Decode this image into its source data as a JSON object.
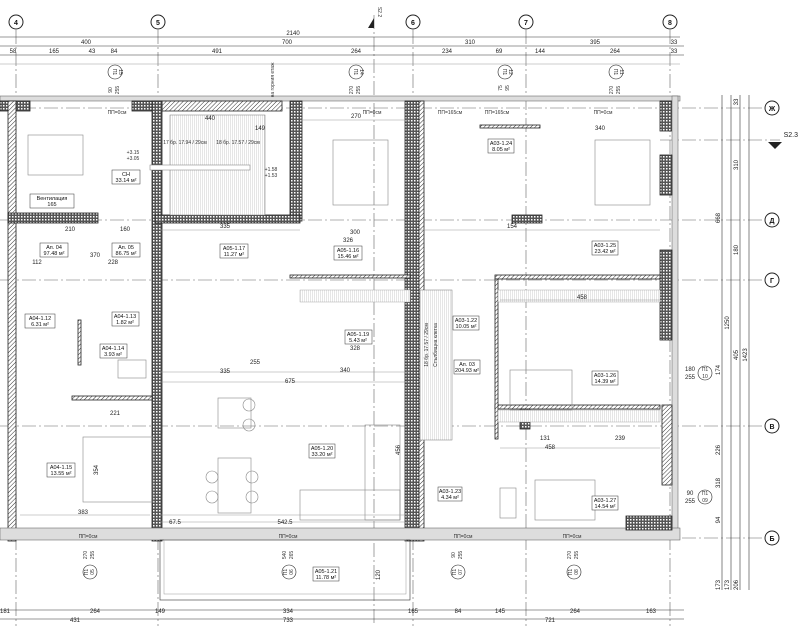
{
  "axes": {
    "top": [
      "4",
      "5",
      "6",
      "7",
      "8"
    ],
    "right": [
      "Ж",
      "Д",
      "Г",
      "В",
      "Б"
    ],
    "sections": [
      "S2.2",
      "S2.3"
    ]
  },
  "dims_top": {
    "overall": "2140",
    "row2": [
      "400",
      "700",
      "310",
      "395",
      "33"
    ],
    "row3": [
      "58",
      "165",
      "43",
      "84",
      "491",
      "264",
      "234",
      "69",
      "144",
      "264",
      "33"
    ]
  },
  "dims_bottom": {
    "row1": [
      "181",
      "264",
      "149",
      "334",
      "165",
      "84",
      "145",
      "264",
      "163"
    ],
    "row2": [
      "431",
      "733",
      "721"
    ]
  },
  "dims_right": [
    "33",
    "310",
    "668",
    "180",
    "1250",
    "405",
    "1423",
    "174",
    "226",
    "318",
    "94",
    "173",
    "173",
    "206"
  ],
  "rooms": [
    {
      "id": "A04-1.12",
      "area": "6.31 м²"
    },
    {
      "id": "A04-1.13",
      "area": "1.82 м²"
    },
    {
      "id": "A04-1.14",
      "area": "3.93 м²"
    },
    {
      "id": "A04-1.15",
      "area": "13.55 м²"
    },
    {
      "id": "A05-1.16",
      "area": "15.46 м²"
    },
    {
      "id": "A05-1.17",
      "area": "11.27 м²"
    },
    {
      "id": "A05-1.19",
      "area": "5.43 м²"
    },
    {
      "id": "A05-1.20",
      "area": "33.20 м²"
    },
    {
      "id": "A05-1.21",
      "area": "11.78 м²"
    },
    {
      "id": "A03-1.22",
      "area": "10.05 м²"
    },
    {
      "id": "A03-1.23",
      "area": "4.34 м²"
    },
    {
      "id": "A03-1.24",
      "area": "8.05 м²"
    },
    {
      "id": "A03-1.25",
      "area": "23.42 м²"
    },
    {
      "id": "A03-1.26",
      "area": "14.39 м²"
    },
    {
      "id": "A03-1.27",
      "area": "14.54 м²"
    }
  ],
  "apartments": [
    {
      "id": "Ап. 04",
      "area": "97.48 м²"
    },
    {
      "id": "Ап. 05",
      "area": "86.75 м²"
    },
    {
      "id": "Ап. 03",
      "area": "204.93 м²"
    }
  ],
  "service": {
    "sn": {
      "id": "СН",
      "area": "33.14 м²"
    },
    "vent": {
      "label": "Вентилация",
      "width": "165"
    }
  },
  "windows": [
    {
      "type": "П1",
      "num": "15",
      "w": "90",
      "h": "255"
    },
    {
      "type": "П1",
      "num": "14",
      "w": "270",
      "h": "255"
    },
    {
      "type": "П1",
      "num": "12",
      "w": "75",
      "h": "95"
    },
    {
      "type": "П1",
      "num": "11",
      "w": "270",
      "h": "255"
    },
    {
      "type": "П1",
      "num": "10",
      "w": "180",
      "h": "255"
    },
    {
      "type": "П1",
      "num": "09",
      "w": "90",
      "h": "255"
    },
    {
      "type": "П1",
      "num": "05",
      "w": "270",
      "h": "255"
    },
    {
      "type": "П1",
      "num": "06",
      "w": "540",
      "h": "265"
    },
    {
      "type": "П1",
      "num": "07",
      "w": "90",
      "h": "255"
    },
    {
      "type": "П1",
      "num": "08",
      "w": "270",
      "h": "255"
    }
  ],
  "levels": [
    {
      "top": "+3.15",
      "bottom": "+3.05"
    },
    {
      "top": "+1.58",
      "bottom": "+1.53"
    }
  ],
  "notes": {
    "sill_0": "ПП=0см",
    "sill_165": "ПП=165см",
    "upper_floor": "на горния етаж",
    "stair_cell": "Стълбищна клетка",
    "stair1": "17 бр. 17.94 / 29см",
    "stair2": "18 бр. 17.57 / 29см"
  },
  "inner_dims": [
    "270",
    "300",
    "154",
    "335",
    "149",
    "440",
    "326",
    "340",
    "255",
    "335",
    "675",
    "340",
    "458",
    "458",
    "131",
    "239",
    "383",
    "542.5",
    "67.5",
    "221",
    "354",
    "456",
    "120",
    "328",
    "210",
    "370",
    "112",
    "228",
    "160"
  ]
}
